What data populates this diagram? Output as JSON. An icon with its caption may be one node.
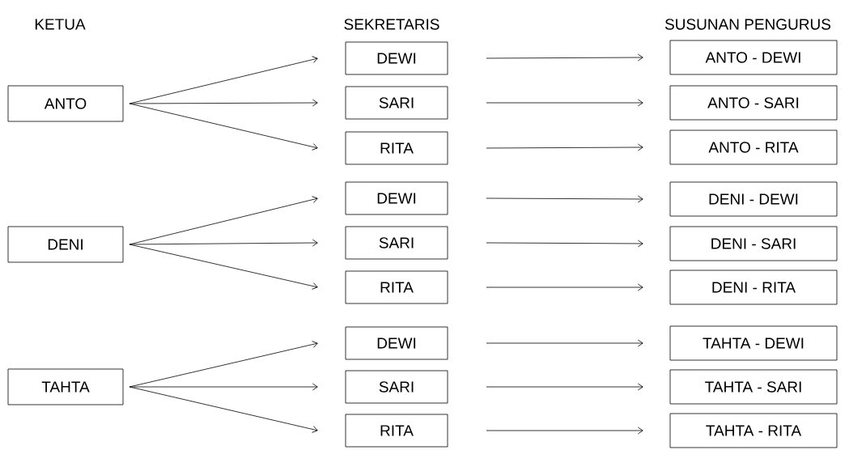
{
  "diagram": {
    "nodes": [
      {
        "text": [
          "ANTO"
        ]
      },
      {
        "text": [
          "DENI"
        ]
      },
      {
        "text": [
          "TAHTA"
        ]
      },
      {
        "text": [
          "DEWI"
        ]
      },
      {
        "text": [
          "SARI"
        ]
      },
      {
        "text": [
          "RITA"
        ]
      },
      {
        "text": [
          "DEWI"
        ]
      },
      {
        "text": [
          "SARI"
        ]
      },
      {
        "text": [
          "RITA"
        ]
      },
      {
        "text": [
          "DEWI"
        ]
      },
      {
        "text": [
          "SARI"
        ]
      },
      {
        "text": [
          "RITA"
        ]
      },
      {
        "text": [
          "ANTO - DEWI"
        ]
      },
      {
        "text": [
          "ANTO - SARI"
        ]
      },
      {
        "text": [
          "ANTO - RITA"
        ]
      },
      {
        "text": [
          "DENI - DEWI"
        ]
      },
      {
        "text": [
          "DENI - SARI"
        ]
      },
      {
        "text": [
          "DENI - RITA"
        ]
      },
      {
        "text": [
          "TAHTA - DEWI"
        ]
      },
      {
        "text": [
          "TAHTA - SARI"
        ]
      },
      {
        "text": [
          "TAHTA - RITA"
        ]
      }
    ],
    "edges": [
      {
        "from": 0,
        "to": 3,
        "arrow": "to"
      },
      {
        "from": 0,
        "to": 4,
        "arrow": "to"
      },
      {
        "from": 0,
        "to": 5,
        "arrow": "to"
      },
      {
        "from": 1,
        "to": 6,
        "arrow": "to"
      },
      {
        "from": 1,
        "to": 7,
        "arrow": "to"
      },
      {
        "from": 1,
        "to": 8,
        "arrow": "to"
      },
      {
        "from": 2,
        "to": 9,
        "arrow": "to"
      },
      {
        "from": 2,
        "to": 10,
        "arrow": "to"
      },
      {
        "from": 2,
        "to": 11,
        "arrow": "to"
      },
      {
        "from": 3,
        "to": 12,
        "arrow": "to"
      },
      {
        "from": 4,
        "to": 13,
        "arrow": "to"
      },
      {
        "from": 5,
        "to": 14,
        "arrow": "to"
      },
      {
        "from": 6,
        "to": 15,
        "arrow": "to"
      },
      {
        "from": 7,
        "to": 16,
        "arrow": "to"
      },
      {
        "from": 8,
        "to": 17,
        "arrow": "to"
      },
      {
        "from": 9,
        "to": 18,
        "arrow": "to"
      },
      {
        "from": 10,
        "to": 19,
        "arrow": "to"
      },
      {
        "from": 11,
        "to": 20,
        "arrow": "to"
      }
    ],
    "labels": [
      "KETUA",
      "SEKRETARIS",
      "SUSUNAN PENGURUS"
    ]
  }
}
